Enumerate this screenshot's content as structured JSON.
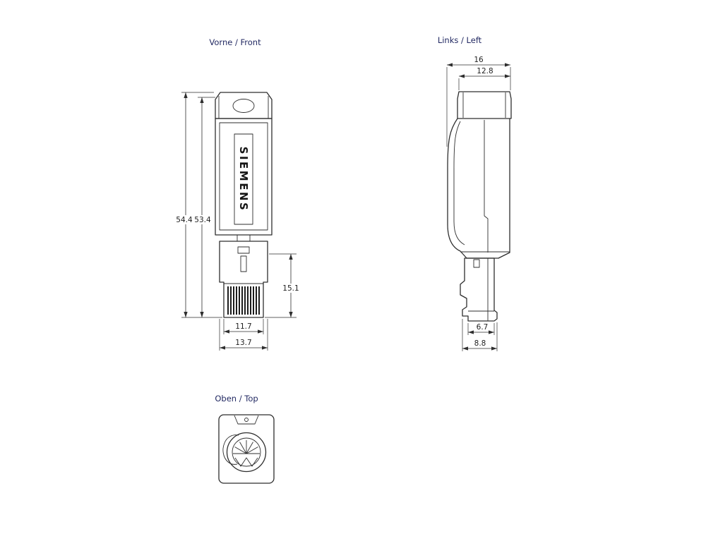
{
  "colors": {
    "background": "#ffffff",
    "line": "#2e2e2e",
    "dimension_text": "#1f1f1f",
    "view_label": "#232a63"
  },
  "views": {
    "front": {
      "title": "Vorne / Front",
      "brand_label": "SIEMENS",
      "dims": {
        "overall_height": "54.4",
        "housing_height": "53.4",
        "plug_height": "15.1",
        "plug_width": "11.7",
        "plug_outer_width": "13.7"
      }
    },
    "left": {
      "title": "Links / Left",
      "dims": {
        "overall_depth": "16",
        "housing_depth": "12.8",
        "plug_depth": "6.7",
        "plug_outer_depth": "8.8"
      }
    },
    "top": {
      "title": "Oben / Top"
    }
  }
}
